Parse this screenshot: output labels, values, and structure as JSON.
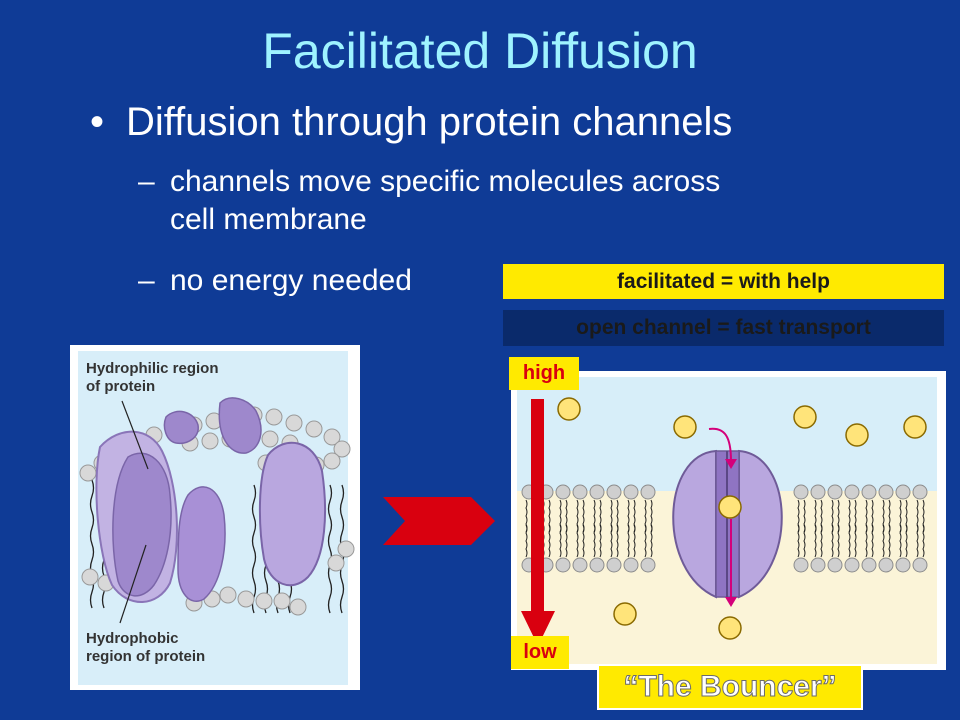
{
  "slide": {
    "title": "Facilitated Diffusion",
    "bullet": "Diffusion through protein channels",
    "sub_bullets": [
      {
        "line1": "channels move specific molecules across",
        "line2": "cell membrane"
      },
      {
        "line1": "no energy needed"
      }
    ]
  },
  "left_diagram": {
    "label_top": [
      "Hydrophilic region",
      "of  protein"
    ],
    "label_bottom": [
      "Hydrophobic",
      "region of protein"
    ]
  },
  "right_diagram": {
    "label_facilitated": "facilitated = with help",
    "label_open_channel": "open channel = fast transport",
    "tag_high": "high",
    "tag_low": "low",
    "caption": "“The Bouncer”"
  },
  "colors": {
    "background": "#0f3b96",
    "title": "#9ff3ff",
    "highlight": "#ffea00",
    "arrow_red": "#d9000f",
    "protein": "#a98ed0"
  },
  "icons": {
    "arrow": "red-chevron-arrow",
    "gradient": "red-down-arrow"
  }
}
